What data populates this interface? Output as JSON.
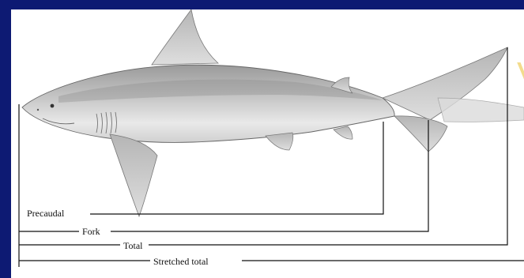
{
  "measurements": {
    "precaudal": "Precaudal",
    "fork": "Fork",
    "total": "Total",
    "stretched_total": "Stretched total"
  },
  "watermark_glyph": "V",
  "colors": {
    "slide_background": "#0d1a73",
    "panel": "#ffffff",
    "lines": "#111111",
    "shark_body": "#c8c8c8",
    "shark_shadow": "#8a8a8a",
    "watermark": "#f2d77a"
  }
}
